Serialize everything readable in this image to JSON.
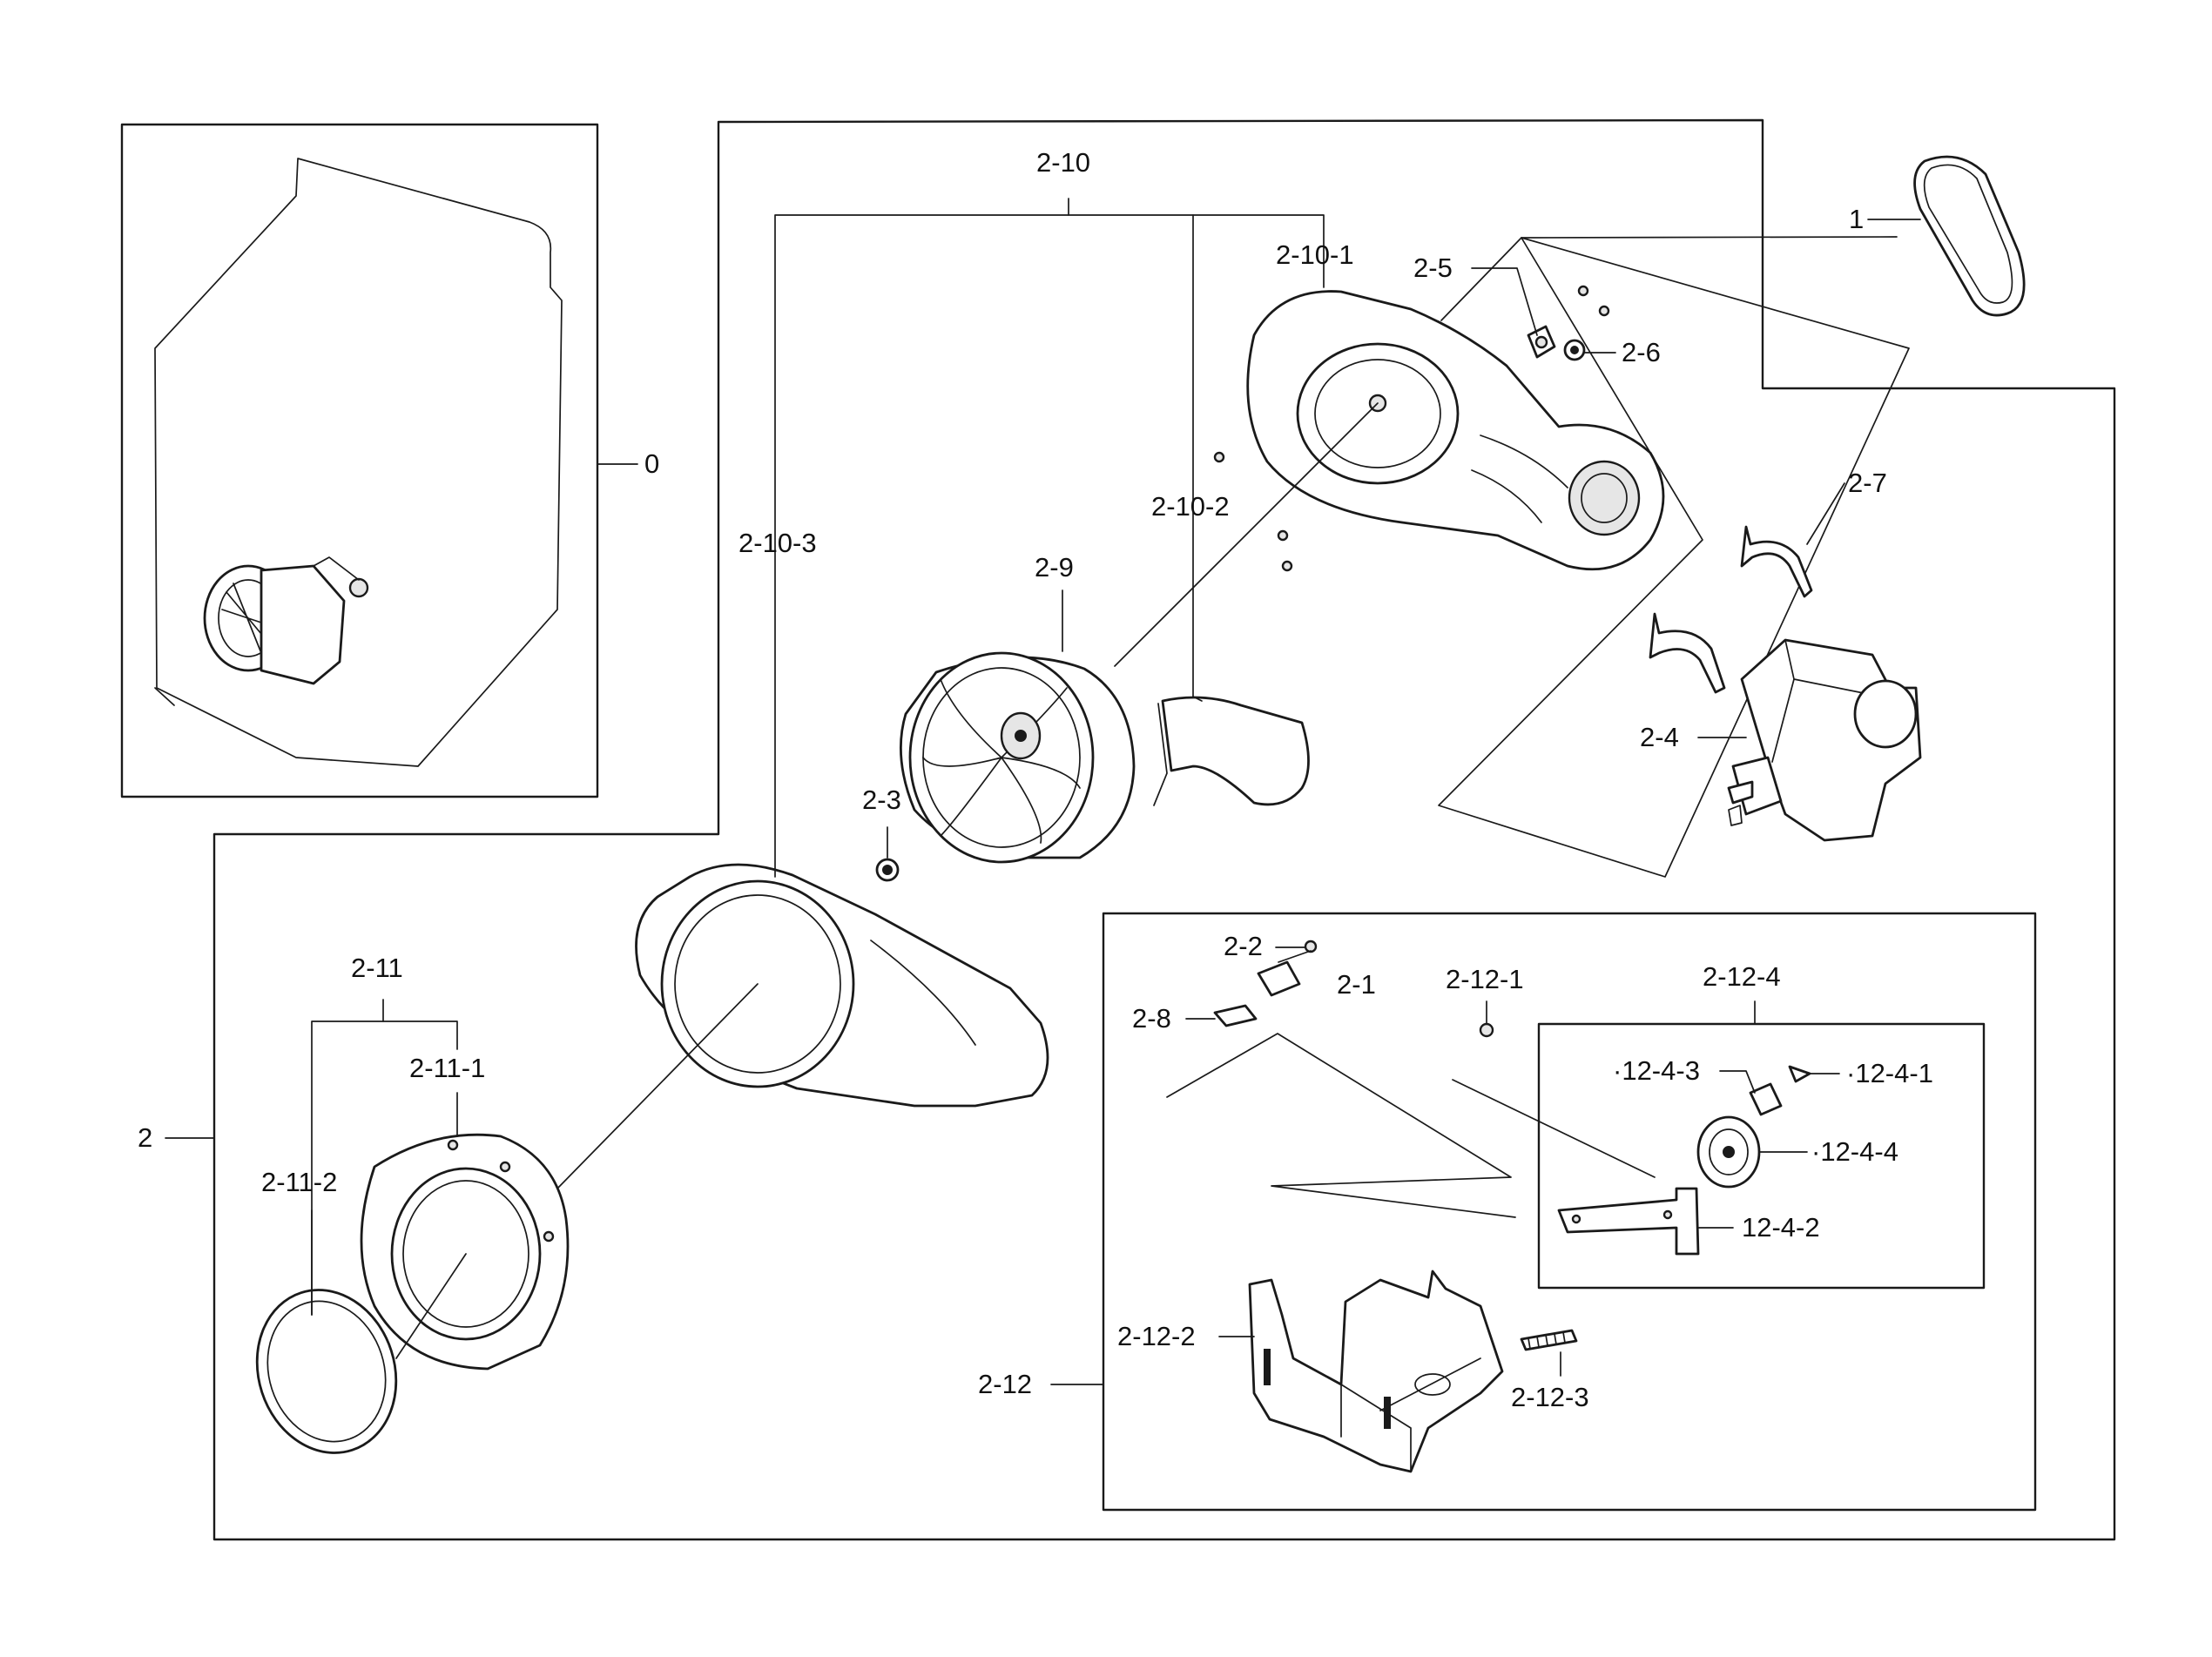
{
  "labels": {
    "l_0": "0",
    "l_1": "1",
    "l_2": "2",
    "l_2_1": "2-1",
    "l_2_2": "2-2",
    "l_2_3": "2-3",
    "l_2_4": "2-4",
    "l_2_5": "2-5",
    "l_2_6": "2-6",
    "l_2_7": "2-7",
    "l_2_8": "2-8",
    "l_2_9": "2-9",
    "l_2_10": "2-10",
    "l_2_10_1": "2-10-1",
    "l_2_10_2": "2-10-2",
    "l_2_10_3": "2-10-3",
    "l_2_11": "2-11",
    "l_2_11_1": "2-11-1",
    "l_2_11_2": "2-11-2",
    "l_2_12": "2-12",
    "l_2_12_1": "2-12-1",
    "l_2_12_2": "2-12-2",
    "l_2_12_3": "2-12-3",
    "l_2_12_4": "2-12-4",
    "l_12_4_1": "·12-4-1",
    "l_12_4_2": "12-4-2",
    "l_12_4_3": "·12-4-3",
    "l_12_4_4": "·12-4-4"
  }
}
